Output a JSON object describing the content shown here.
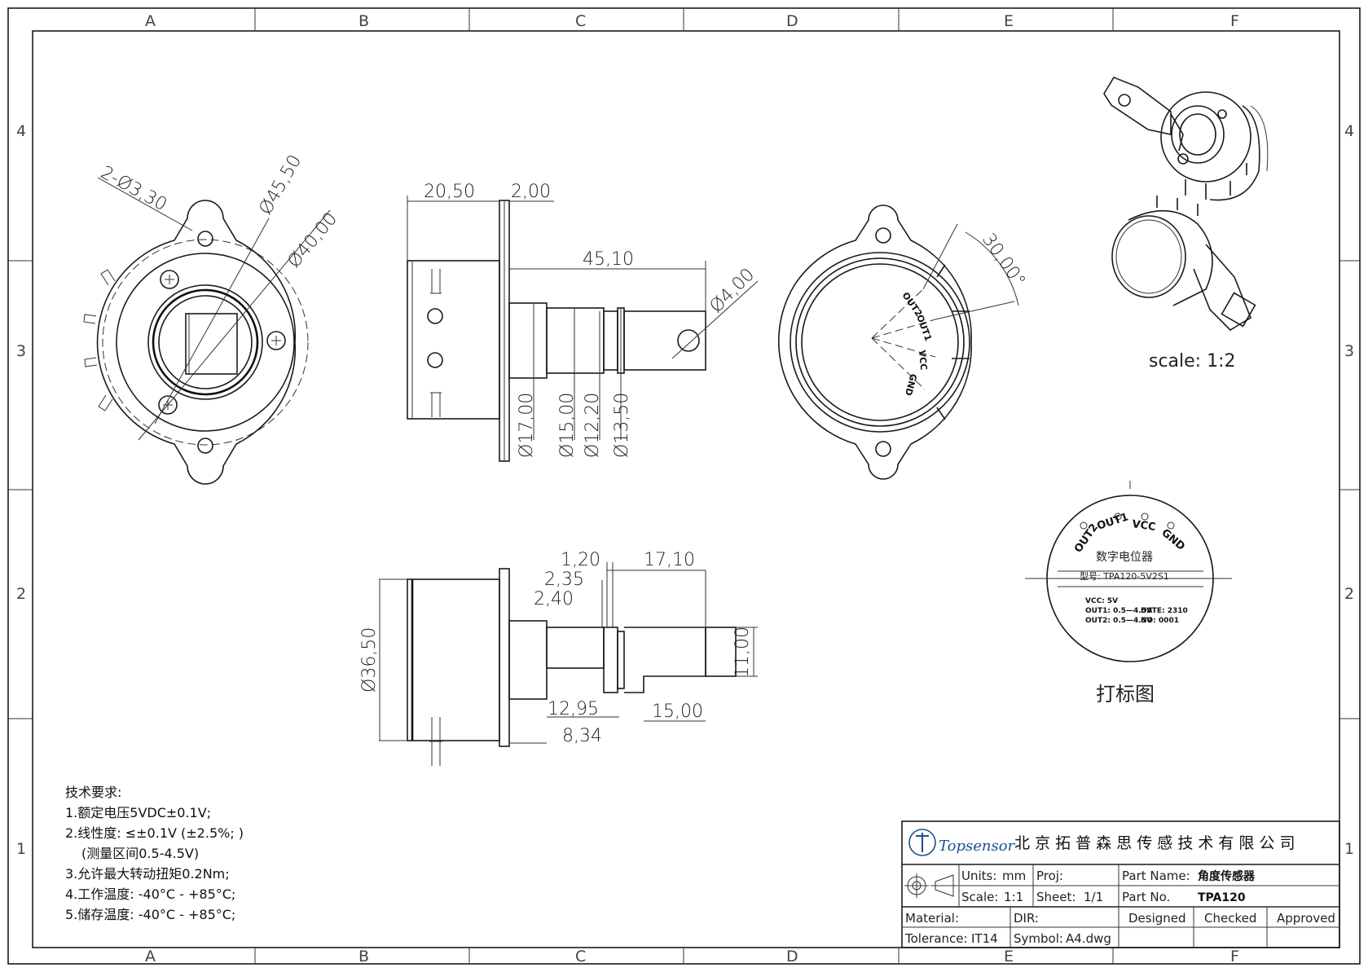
{
  "grid": {
    "columns": [
      "A",
      "B",
      "C",
      "D",
      "E",
      "F"
    ],
    "rows": [
      "4",
      "3",
      "2",
      "1"
    ]
  },
  "front_view": {
    "dim_holes": "2-Ø3,30",
    "dim_outer": "Ø45,50",
    "dim_inner": "Ø40,00"
  },
  "side_view": {
    "dim_body_len": "20,50",
    "dim_flange": "2,00",
    "dim_total": "45,10",
    "dim_shaft_hole": "Ø4,00",
    "dim_d17": "Ø17,00",
    "dim_d15": "Ø15,00",
    "dim_d12": "Ø12,20",
    "dim_d13": "Ø13,50"
  },
  "rear_view": {
    "dim_angle": "30,00°",
    "pins": [
      "OUT2",
      "OUT1",
      "VCC",
      "GND"
    ]
  },
  "bottom_view": {
    "dim_120": "1,20",
    "dim_235": "2,35",
    "dim_240": "2,40",
    "dim_1710": "17,10",
    "dim_365": "Ø36,50",
    "dim_1100": "11,00",
    "dim_1295": "12,95",
    "dim_834": "8,34",
    "dim_1500": "15,00"
  },
  "iso": {
    "scale_label": "scale: 1:2"
  },
  "marking": {
    "pins": [
      "OUT2",
      "OUT1",
      "VCC",
      "GND"
    ],
    "title": "数字电位器",
    "model": "型号: TPA120-5V2S1",
    "line_vcc": "VCC: 5V",
    "line_out1": "OUT1: 0.5—4.5V",
    "line_date": "DATE: 2310",
    "line_out2": "OUT2: 0.5—4.5V",
    "line_no": "NO: 0001",
    "caption": "打标图"
  },
  "notes": {
    "heading": "技术要求:",
    "lines": [
      "1.额定电压5VDC±0.1V;",
      "2.线性度: ≤±0.1V (±2.5%; )",
      "(测量区间0.5-4.5V)",
      "3.允许最大转动扭矩0.2Nm;",
      "4.工作温度: -40°C - +85°C;",
      "5.储存温度: -40°C - +85°C;"
    ]
  },
  "title_block": {
    "logo_text": "Topsensor",
    "company": "北 京 拓 普 森 思 传 感 技 术 有 限 公 司",
    "units_label": "Units:",
    "units_value": "mm",
    "proj_label": "Proj:",
    "part_name_label": "Part Name:",
    "part_name_value": "角度传感器",
    "scale_label": "Scale:",
    "scale_value": "1:1",
    "sheet_label": "Sheet:",
    "sheet_value": "1/1",
    "part_no_label": "Part No.",
    "part_no_value": "TPA120",
    "material_label": "Material:",
    "dir_label": "DIR:",
    "designed": "Designed",
    "checked": "Checked",
    "approved": "Approved",
    "tolerance_label": "Tolerance:",
    "tolerance_value": "IT14",
    "symbol_label": "Symbol:",
    "symbol_value": "A4.dwg"
  }
}
